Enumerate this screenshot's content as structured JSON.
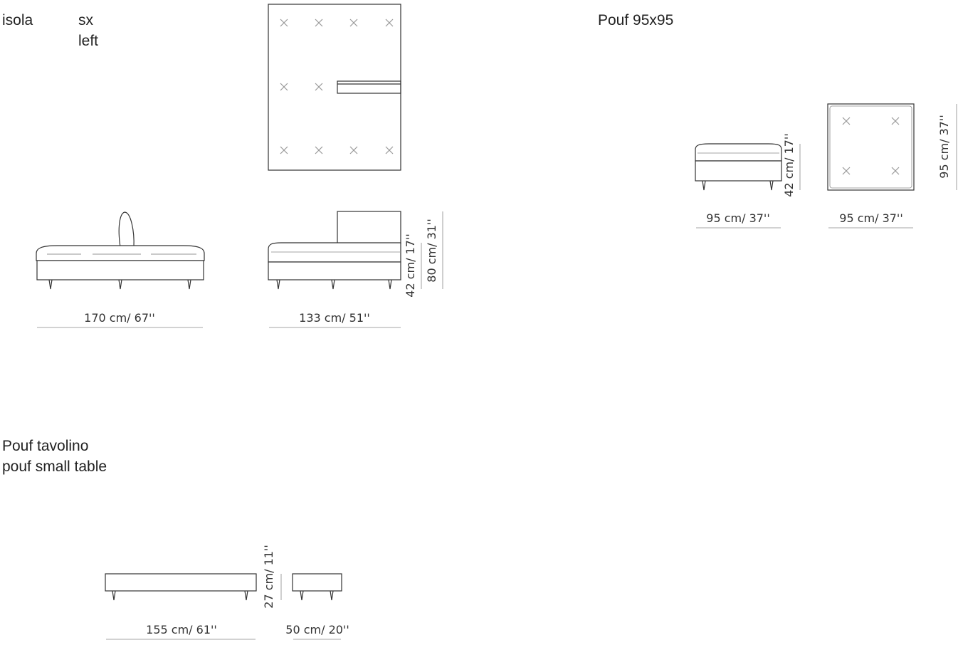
{
  "sections": {
    "isola": {
      "name": "isola",
      "variant_it": "sx",
      "variant_en": "left",
      "dims": {
        "front_width": "170 cm/ 67''",
        "side_depth": "133 cm/ 51''",
        "seat_height": "42 cm/ 17''",
        "total_height": "80 cm/ 31''"
      }
    },
    "pouf_95": {
      "name": "Pouf 95x95",
      "dims": {
        "front_width": "95 cm/ 37''",
        "top_width": "95 cm/ 37''",
        "height": "42 cm/ 17''",
        "depth": "95 cm/ 37''"
      }
    },
    "pouf_tavolino": {
      "name_it": "Pouf tavolino",
      "name_en": "pouf small table",
      "dims": {
        "length": "155 cm/ 61''",
        "width": "50 cm/ 20''",
        "height": "27 cm/ 11''"
      }
    }
  },
  "colors": {
    "line": "#333333",
    "tuft": "#999999",
    "text": "#222222"
  }
}
